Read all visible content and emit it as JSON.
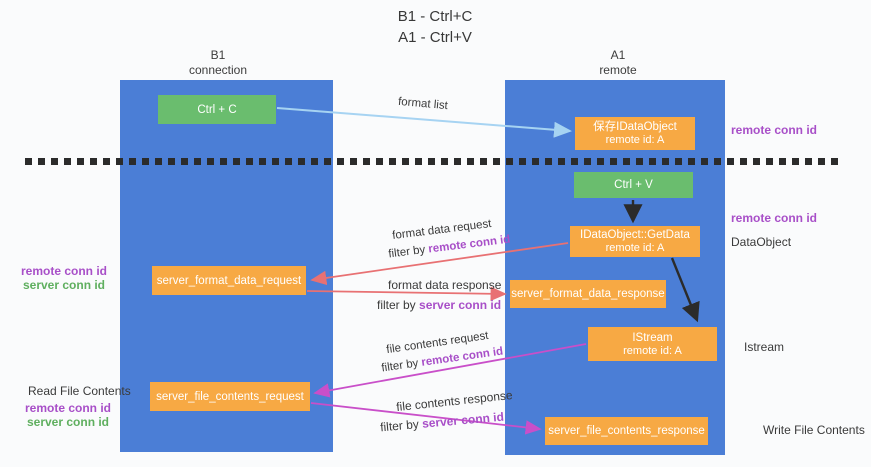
{
  "title": {
    "line1": "B1 - Ctrl+C",
    "line2": "A1 - Ctrl+V"
  },
  "lanes": {
    "left": {
      "name": "B1",
      "role": "connection"
    },
    "right": {
      "name": "A1",
      "role": "remote"
    }
  },
  "boxes": {
    "ctrl_c": {
      "label": "Ctrl + C"
    },
    "ctrl_v": {
      "label": "Ctrl + V"
    },
    "store_dataobject": {
      "line1": "保存IDataObject",
      "line2": "remote id: A"
    },
    "getdata": {
      "line1": "IDataObject::GetData",
      "line2": "remote id: A"
    },
    "istream": {
      "line1": "IStream",
      "line2": "remote id: A"
    },
    "format_request": {
      "label": "server_format_data_request"
    },
    "format_response": {
      "label": "server_format_data_response"
    },
    "file_request": {
      "label": "server_file_contents_request"
    },
    "file_response": {
      "label": "server_file_contents_response"
    }
  },
  "arrows": {
    "format_list": {
      "label": "format list"
    },
    "format_data_request": {
      "label": "format data request",
      "filter_prefix": "filter by ",
      "filter_key": "remote conn id"
    },
    "format_data_response": {
      "label": "format data response",
      "filter_prefix": "filter by ",
      "filter_key": "server conn id"
    },
    "file_contents_request": {
      "label": "file contents request",
      "filter_prefix": "filter by ",
      "filter_key": "remote conn id"
    },
    "file_contents_response": {
      "label": "file contents response",
      "filter_prefix": "filter by ",
      "filter_key": "server conn id"
    }
  },
  "annotations": {
    "right_remote_conn_id_top": "remote conn id",
    "right_remote_conn_id_mid": "remote conn id",
    "dataobject": "DataObject",
    "istream": "Istream",
    "write_file_contents": "Write File Contents",
    "read_file_contents": "Read File Contents",
    "left_format": {
      "remote": "remote conn id",
      "server": "server conn id"
    },
    "left_file": {
      "remote": "remote conn id",
      "server": "server conn id"
    }
  },
  "colors": {
    "lane_blue": "#4b7ed6",
    "box_orange": "#f7a944",
    "box_green": "#6abd6e",
    "arrow_red": "#e87173",
    "arrow_magenta": "#c94fc9",
    "arrow_light_blue": "#a6d3f2",
    "arrow_black": "#2b2b2b",
    "label_purple": "#a84fc8",
    "label_green": "#5faf5f"
  }
}
